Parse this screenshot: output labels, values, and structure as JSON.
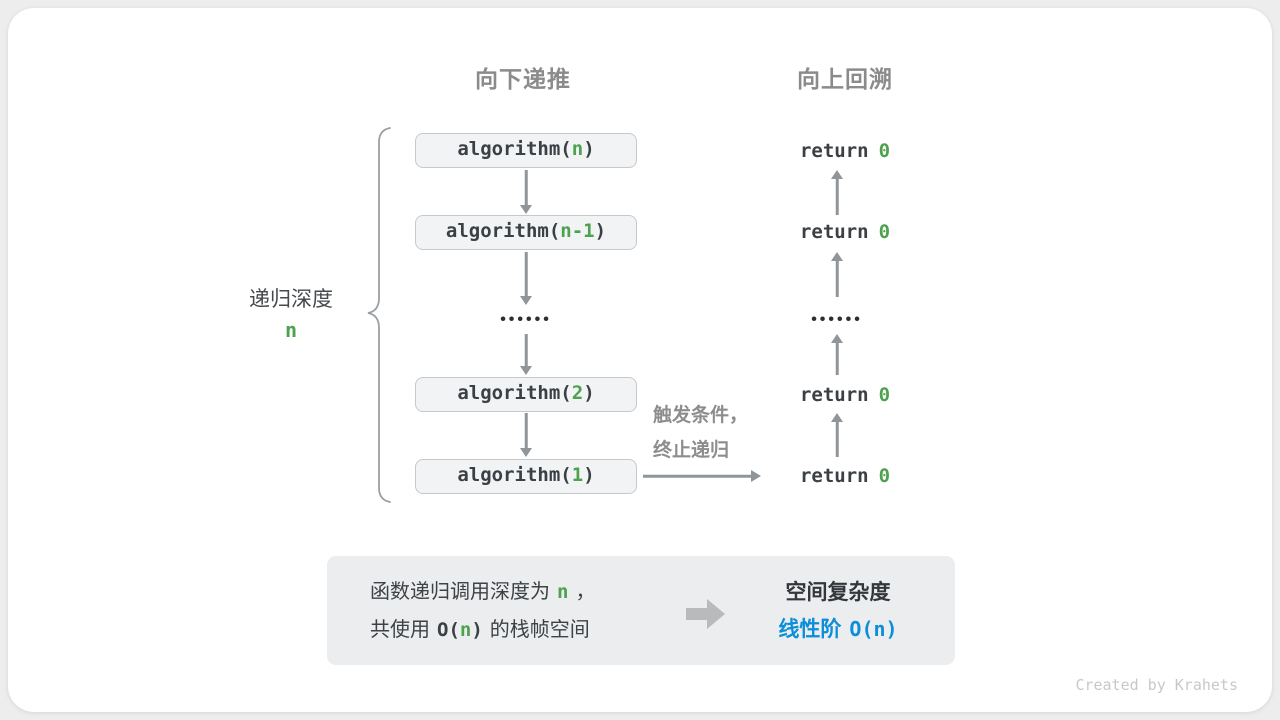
{
  "colors": {
    "green": "#4da14f",
    "blue": "#0d8ed9",
    "arrow_gray": "#8f9598"
  },
  "headers": {
    "recurse_down": "向下递推",
    "backtrack_up": "向上回溯"
  },
  "depth": {
    "label": "递归深度",
    "value": "n"
  },
  "stack": {
    "fn_open": "algorithm(",
    "fn_close": ")",
    "frames": [
      {
        "arg": "n"
      },
      {
        "arg": "n-1"
      },
      {
        "arg": "2"
      },
      {
        "arg": "1"
      }
    ],
    "ellipsis": "••••••"
  },
  "returns": {
    "keyword": "return",
    "value": "0",
    "ellipsis": "••••••"
  },
  "base_case": {
    "line1": "触发条件，",
    "line2": "终止递归"
  },
  "summary": {
    "line1_prefix": "函数递归调用深度为",
    "line1_var": "n",
    "line1_suffix": "，",
    "line2_prefix": "共使用",
    "line2_code_open": "O(",
    "line2_code_var": "n",
    "line2_code_close": ")",
    "line2_suffix": "的栈帧空间",
    "right_title": "空间复杂度",
    "right_result_prefix": "线性阶",
    "right_result_code": "O(n)"
  },
  "credit": "Created by Krahets"
}
